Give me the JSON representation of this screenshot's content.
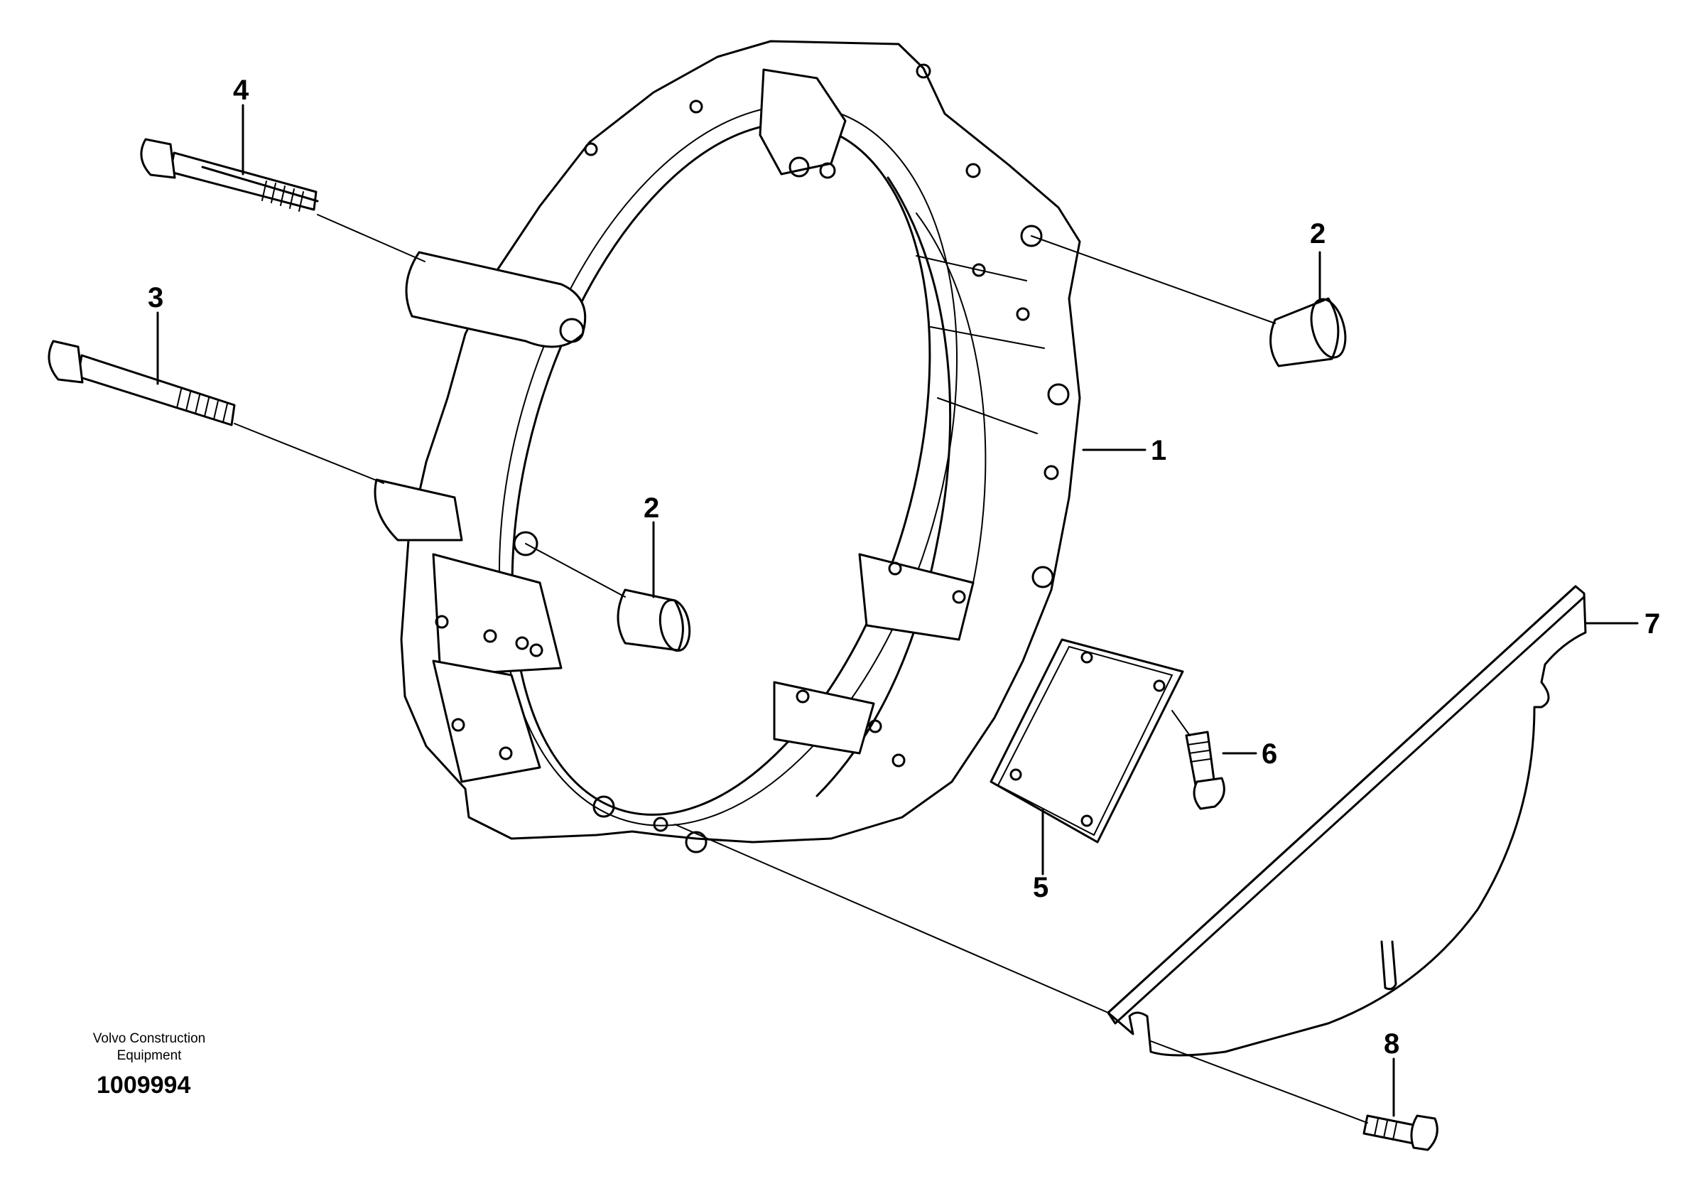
{
  "callouts": {
    "c1": "1",
    "c2a": "2",
    "c2b": "2",
    "c3": "3",
    "c4": "4",
    "c5": "5",
    "c6": "6",
    "c7": "7",
    "c8": "8"
  },
  "footer": {
    "company_line1": "Volvo Construction",
    "company_line2": "Equipment",
    "document_number": "1009994"
  }
}
